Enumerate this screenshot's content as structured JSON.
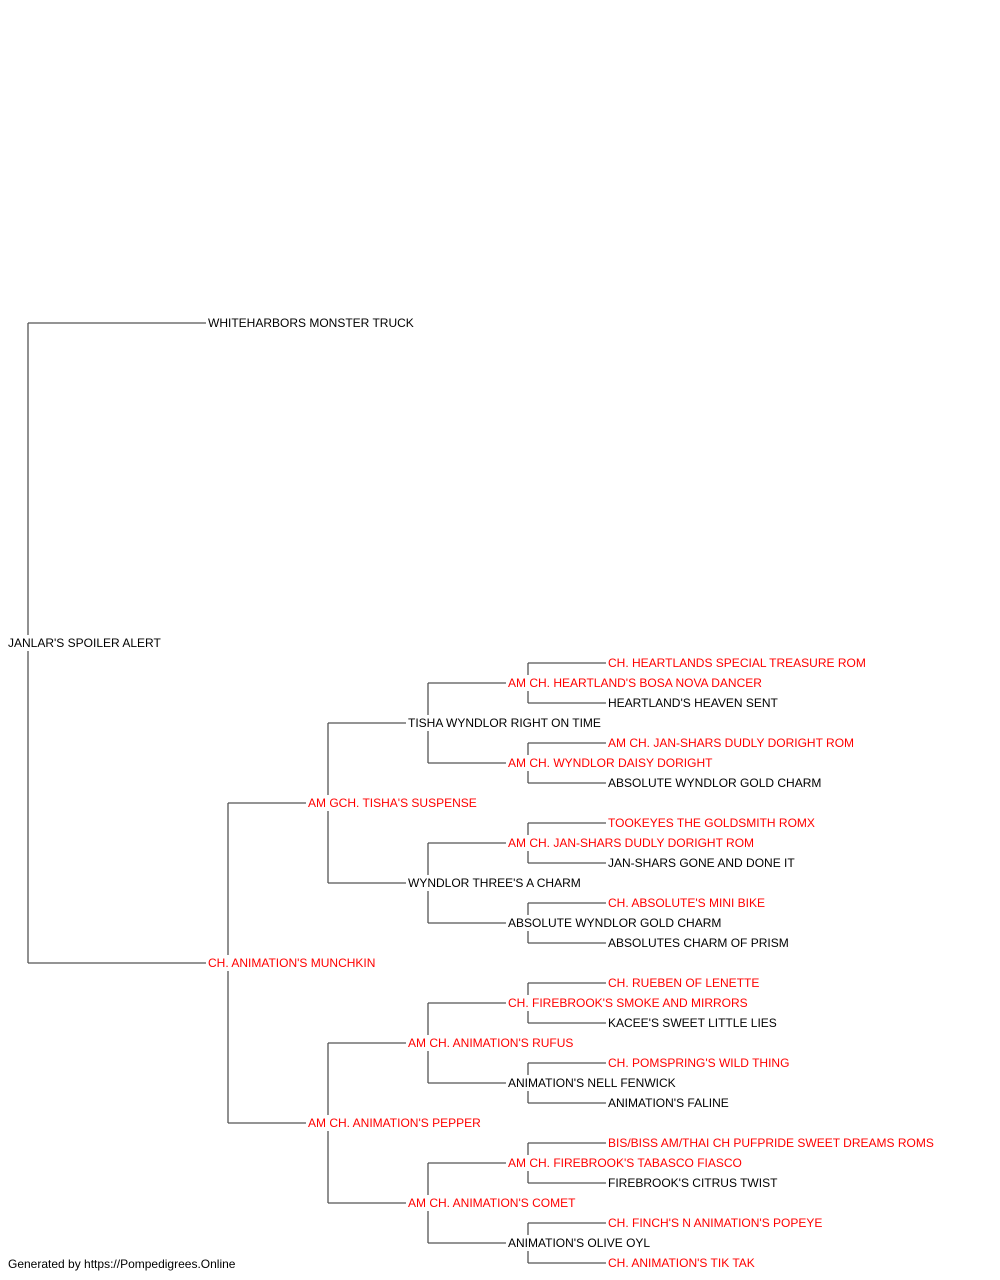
{
  "footer": "Generated by https://Pompedigrees.Online",
  "colors": {
    "champion": "#ff0000",
    "normal": "#000000",
    "line": "#555555"
  },
  "pedigree": [
    {
      "id": "subject",
      "name": "JANLAR'S SPOILER ALERT",
      "champion": false,
      "gen": 0
    },
    {
      "id": "sire",
      "parent": "subject",
      "name": "WHITEHARBORS MONSTER TRUCK",
      "champion": false,
      "gen": 1
    },
    {
      "id": "dam",
      "parent": "subject",
      "name": "CH. ANIMATION'S MUNCHKIN",
      "champion": true,
      "gen": 1
    },
    {
      "id": "dam_s",
      "parent": "dam",
      "name": "AM GCH. TISHA'S SUSPENSE",
      "champion": true,
      "gen": 2
    },
    {
      "id": "dam_d",
      "parent": "dam",
      "name": "AM CH. ANIMATION'S PEPPER",
      "champion": true,
      "gen": 2
    },
    {
      "id": "dam_ss",
      "parent": "dam_s",
      "name": "TISHA WYNDLOR RIGHT ON TIME",
      "champion": false,
      "gen": 3
    },
    {
      "id": "dam_sd",
      "parent": "dam_s",
      "name": "WYNDLOR THREE'S A CHARM",
      "champion": false,
      "gen": 3
    },
    {
      "id": "dam_ds",
      "parent": "dam_d",
      "name": "AM CH. ANIMATION'S RUFUS",
      "champion": true,
      "gen": 3
    },
    {
      "id": "dam_dd",
      "parent": "dam_d",
      "name": "AM CH. ANIMATION'S COMET",
      "champion": true,
      "gen": 3
    },
    {
      "id": "dam_sss",
      "parent": "dam_ss",
      "name": "AM CH. HEARTLAND'S BOSA NOVA DANCER",
      "champion": true,
      "gen": 4
    },
    {
      "id": "dam_ssd",
      "parent": "dam_ss",
      "name": "AM CH. WYNDLOR DAISY DORIGHT",
      "champion": true,
      "gen": 4
    },
    {
      "id": "dam_sds",
      "parent": "dam_sd",
      "name": "AM CH. JAN-SHARS DUDLY DORIGHT ROM",
      "champion": true,
      "gen": 4
    },
    {
      "id": "dam_sdd",
      "parent": "dam_sd",
      "name": "ABSOLUTE WYNDLOR GOLD CHARM",
      "champion": false,
      "gen": 4
    },
    {
      "id": "dam_dss",
      "parent": "dam_ds",
      "name": "CH. FIREBROOK'S SMOKE AND MIRRORS",
      "champion": true,
      "gen": 4
    },
    {
      "id": "dam_dsd",
      "parent": "dam_ds",
      "name": "ANIMATION'S NELL FENWICK",
      "champion": false,
      "gen": 4
    },
    {
      "id": "dam_dds",
      "parent": "dam_dd",
      "name": "AM CH. FIREBROOK'S TABASCO FIASCO",
      "champion": true,
      "gen": 4
    },
    {
      "id": "dam_ddd",
      "parent": "dam_dd",
      "name": "ANIMATION'S OLIVE OYL",
      "champion": false,
      "gen": 4
    },
    {
      "id": "g5_01",
      "parent": "dam_sss",
      "name": "CH. HEARTLANDS SPECIAL TREASURE ROM",
      "champion": true,
      "gen": 5
    },
    {
      "id": "g5_02",
      "parent": "dam_sss",
      "name": "HEARTLAND'S HEAVEN SENT",
      "champion": false,
      "gen": 5
    },
    {
      "id": "g5_03",
      "parent": "dam_ssd",
      "name": "AM CH. JAN-SHARS DUDLY DORIGHT ROM",
      "champion": true,
      "gen": 5
    },
    {
      "id": "g5_04",
      "parent": "dam_ssd",
      "name": "ABSOLUTE WYNDLOR GOLD CHARM",
      "champion": false,
      "gen": 5
    },
    {
      "id": "g5_05",
      "parent": "dam_sds",
      "name": "TOOKEYES THE GOLDSMITH ROMX",
      "champion": true,
      "gen": 5
    },
    {
      "id": "g5_06",
      "parent": "dam_sds",
      "name": "JAN-SHARS GONE AND DONE IT",
      "champion": false,
      "gen": 5
    },
    {
      "id": "g5_07",
      "parent": "dam_sdd",
      "name": "CH. ABSOLUTE'S MINI BIKE",
      "champion": true,
      "gen": 5
    },
    {
      "id": "g5_08",
      "parent": "dam_sdd",
      "name": "ABSOLUTES CHARM OF PRISM",
      "champion": false,
      "gen": 5
    },
    {
      "id": "g5_09",
      "parent": "dam_dss",
      "name": "CH. RUEBEN OF LENETTE",
      "champion": true,
      "gen": 5
    },
    {
      "id": "g5_10",
      "parent": "dam_dss",
      "name": "KACEE'S SWEET LITTLE LIES",
      "champion": false,
      "gen": 5
    },
    {
      "id": "g5_11",
      "parent": "dam_dsd",
      "name": "CH. POMSPRING'S WILD THING",
      "champion": true,
      "gen": 5
    },
    {
      "id": "g5_12",
      "parent": "dam_dsd",
      "name": "ANIMATION'S FALINE",
      "champion": false,
      "gen": 5
    },
    {
      "id": "g5_13",
      "parent": "dam_dds",
      "name": "BIS/BISS AM/THAI CH PUFPRIDE SWEET DREAMS ROMS",
      "champion": true,
      "gen": 5
    },
    {
      "id": "g5_14",
      "parent": "dam_dds",
      "name": "FIREBROOK'S CITRUS TWIST",
      "champion": false,
      "gen": 5
    },
    {
      "id": "g5_15",
      "parent": "dam_ddd",
      "name": "CH. FINCH'S N ANIMATION'S POPEYE",
      "champion": true,
      "gen": 5
    },
    {
      "id": "g5_16",
      "parent": "dam_ddd",
      "name": "CH. ANIMATION'S TIK TAK",
      "champion": true,
      "gen": 5
    }
  ]
}
